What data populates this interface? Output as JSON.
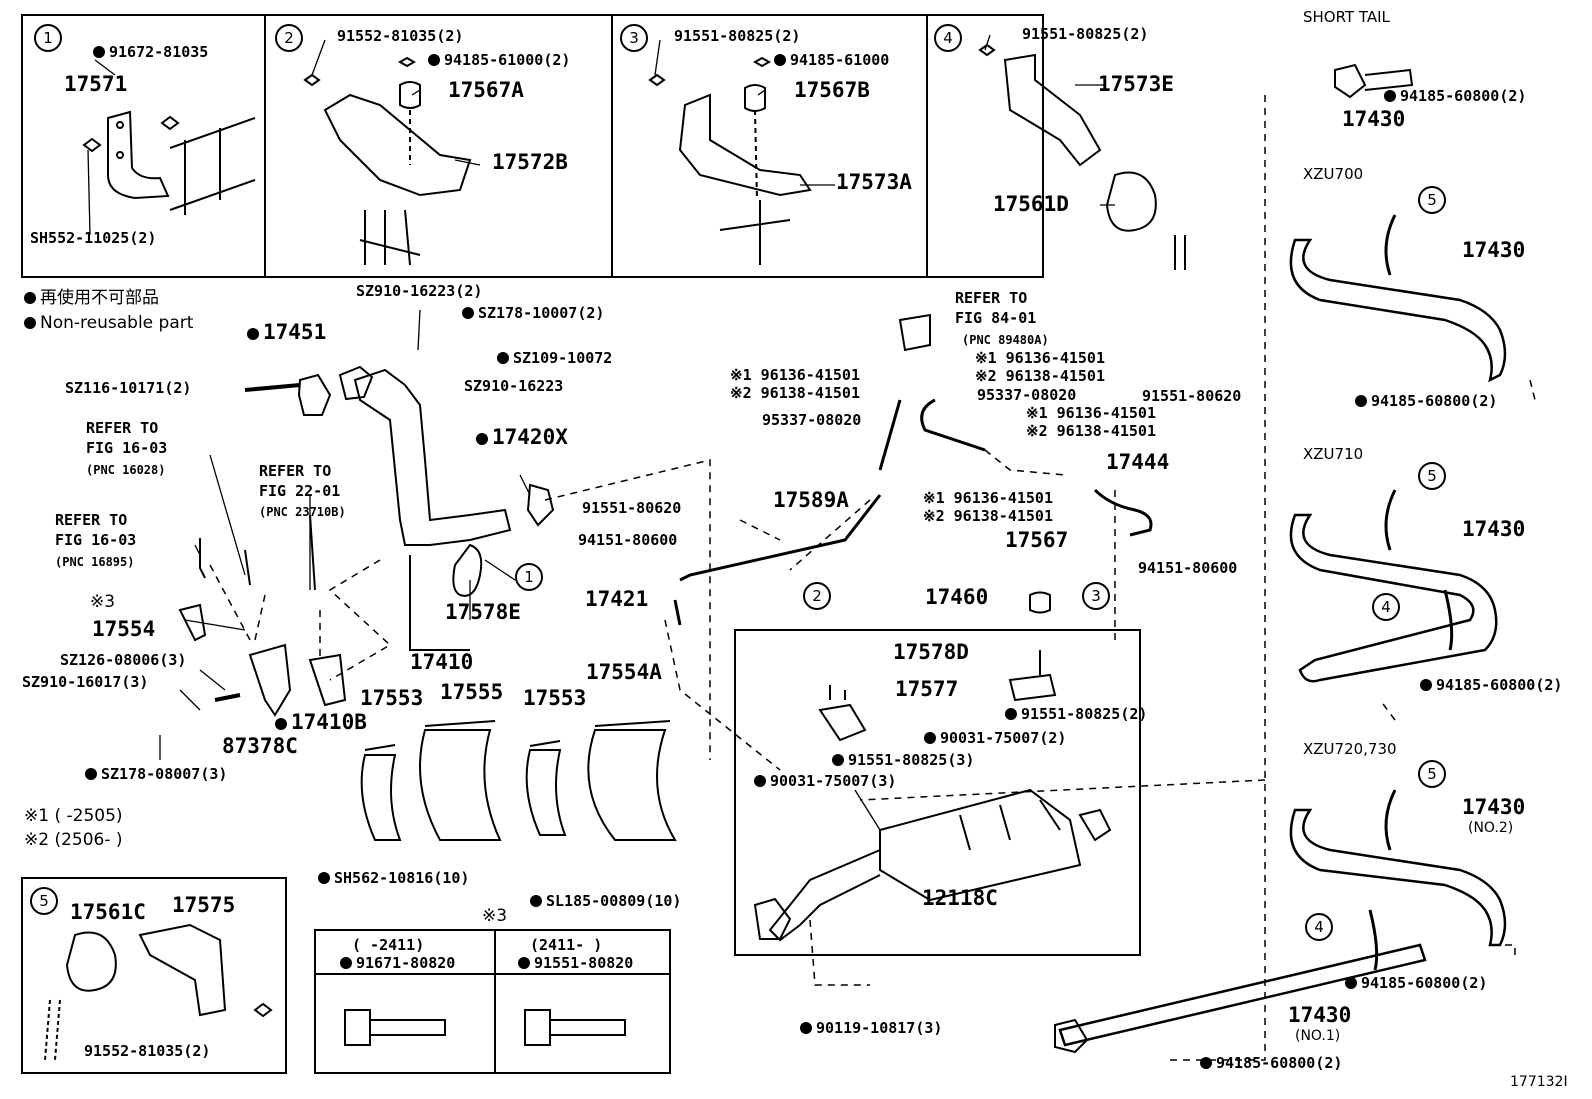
{
  "diagram_id": "177132I",
  "legend": {
    "symbol_label_jp": "再使用不可部品",
    "symbol_label_en": "Non-reusable part",
    "note1": "※1 (    -2505)",
    "note2": "※2 (2506-    )",
    "note3": "※3"
  },
  "insets": [
    {
      "num": "1",
      "labels": [
        "91672-81035",
        "17571",
        "SH552-11025(2)"
      ]
    },
    {
      "num": "2",
      "labels": [
        "91552-81035(2)",
        "94185-61000(2)",
        "17567A",
        "17572B"
      ]
    },
    {
      "num": "3",
      "labels": [
        "91551-80825(2)",
        "94185-61000",
        "17567B",
        "17573A"
      ]
    },
    {
      "num": "4",
      "labels": [
        "91551-80825(2)",
        "17573E",
        "17561D"
      ]
    },
    {
      "num": "5",
      "labels": [
        "17561C",
        "17575",
        "91552-81035(2)"
      ]
    }
  ],
  "bolt_table": {
    "col1_range": "(    -2411)",
    "col1_part": "91671-80820",
    "col2_range": "(2411-    )",
    "col2_part": "91551-80820"
  },
  "variants": [
    {
      "name": "SHORT TAIL",
      "parts": [
        "17430",
        "94185-60800(2)"
      ]
    },
    {
      "name": "XZU700",
      "parts": [
        "17430",
        "94185-60800(2)"
      ]
    },
    {
      "name": "XZU710",
      "parts": [
        "17430",
        "94185-60800(2)"
      ]
    },
    {
      "name": "XZU720,730",
      "parts": [
        "17430",
        "(NO.2)",
        "17430",
        "(NO.1)",
        "94185-60800(2)",
        "94185-60800(2)"
      ]
    }
  ],
  "labels": {
    "sz910_16223_2": "SZ910-16223(2)",
    "sz178_10007": "SZ178-10007(2)",
    "sz109": "SZ109-10072",
    "sz910_16223": "SZ910-16223",
    "p17451": "17451",
    "sz116": "SZ116-10171(2)",
    "refer": "REFER TO",
    "fig1603": "FIG 16-03",
    "pnc16028": "(PNC 16028)",
    "fig2201": "FIG 22-01",
    "pnc23710": "(PNC 23710B)",
    "pnc16895": "(PNC 16895)",
    "note3": "※3",
    "p17554": "17554",
    "sz126": "SZ126-08006(3)",
    "sz910_16017": "SZ910-16017(3)",
    "p87378c": "87378C",
    "sz178_08007": "SZ178-08007(3)",
    "p17410b": "17410B",
    "p17410": "17410",
    "p17578e": "17578E",
    "p17420x": "17420X",
    "p91551_80620": "91551-80620",
    "p94151_80600": "94151-80600",
    "p17589a": "17589A",
    "p17421": "17421",
    "p17553a": "17553",
    "p17555": "17555",
    "p17553b": "17553",
    "p17554a": "17554A",
    "sh562": "SH562-10816(10)",
    "sl185": "SL185-00809(10)",
    "fig8401": "FIG 84-01",
    "pnc89480": "(PNC 89480A)",
    "n196136": "※1 96136-41501",
    "n296138": "※2 96138-41501",
    "p95337": "95337-08020",
    "p17444": "17444",
    "p17567": "17567",
    "p17460": "17460",
    "p17578d": "17578D",
    "p17577": "17577",
    "p91551_80825": "91551-80825(2)",
    "p90031_2": "90031-75007(2)",
    "p91551_80825_3": "91551-80825(3)",
    "p90031_3": "90031-75007(3)",
    "p12118c": "12118C",
    "p90119": "90119-10817(3)"
  }
}
